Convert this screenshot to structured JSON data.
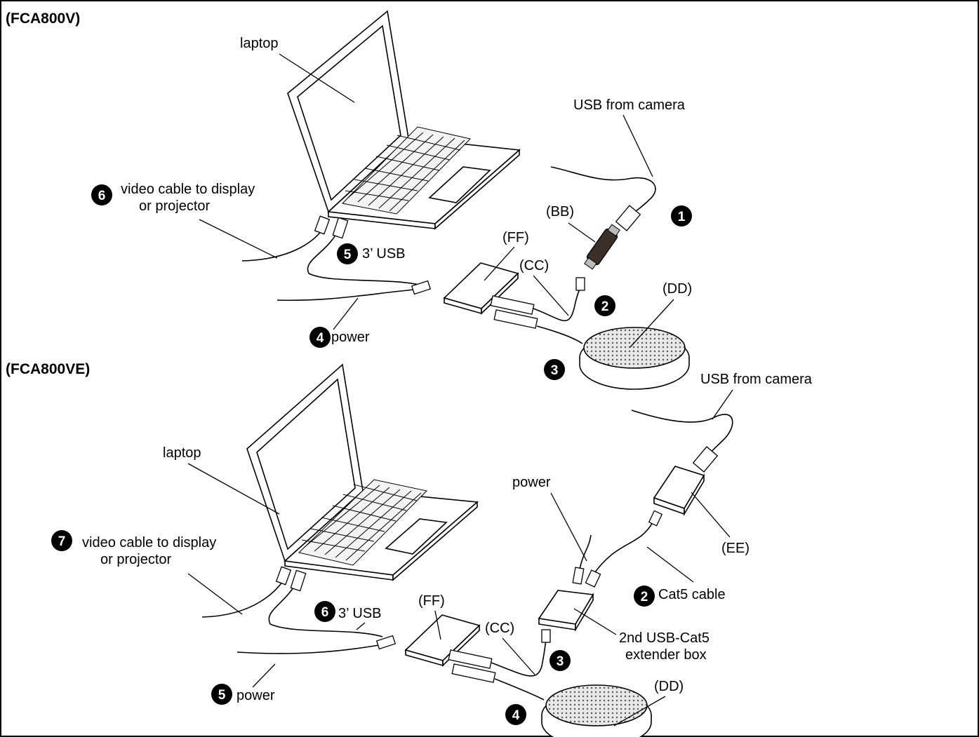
{
  "sections": [
    {
      "title": "(FCA800V)",
      "labels": {
        "laptop": "laptop",
        "usb_from_camera": "USB from camera",
        "video_cable_line1": "video cable to display",
        "video_cable_line2": "or projector",
        "usb_3ft": "3’ USB",
        "power": "power",
        "bb": "(BB)",
        "ff": "(FF)",
        "cc": "(CC)",
        "dd": "(DD)"
      },
      "badges": {
        "usb_camera": "1",
        "cc": "2",
        "dd": "3",
        "power": "4",
        "usb_3ft": "5",
        "video": "6"
      }
    },
    {
      "title": "(FCA800VE)",
      "labels": {
        "laptop": "laptop",
        "usb_from_camera": "USB from camera",
        "video_cable_line1": "video cable to display",
        "video_cable_line2": "or projector",
        "usb_3ft": "3’ USB",
        "power_laptop": "power",
        "power_extender": "power",
        "ff": "(FF)",
        "cc": "(CC)",
        "dd": "(DD)",
        "ee": "(EE)",
        "cat5": "Cat5 cable",
        "extender_line1": "2nd USB-Cat5",
        "extender_line2": "extender box"
      },
      "badges": {
        "cat5": "2",
        "cc": "3",
        "dd": "4",
        "power": "5",
        "usb_3ft": "6",
        "video": "7"
      }
    }
  ]
}
